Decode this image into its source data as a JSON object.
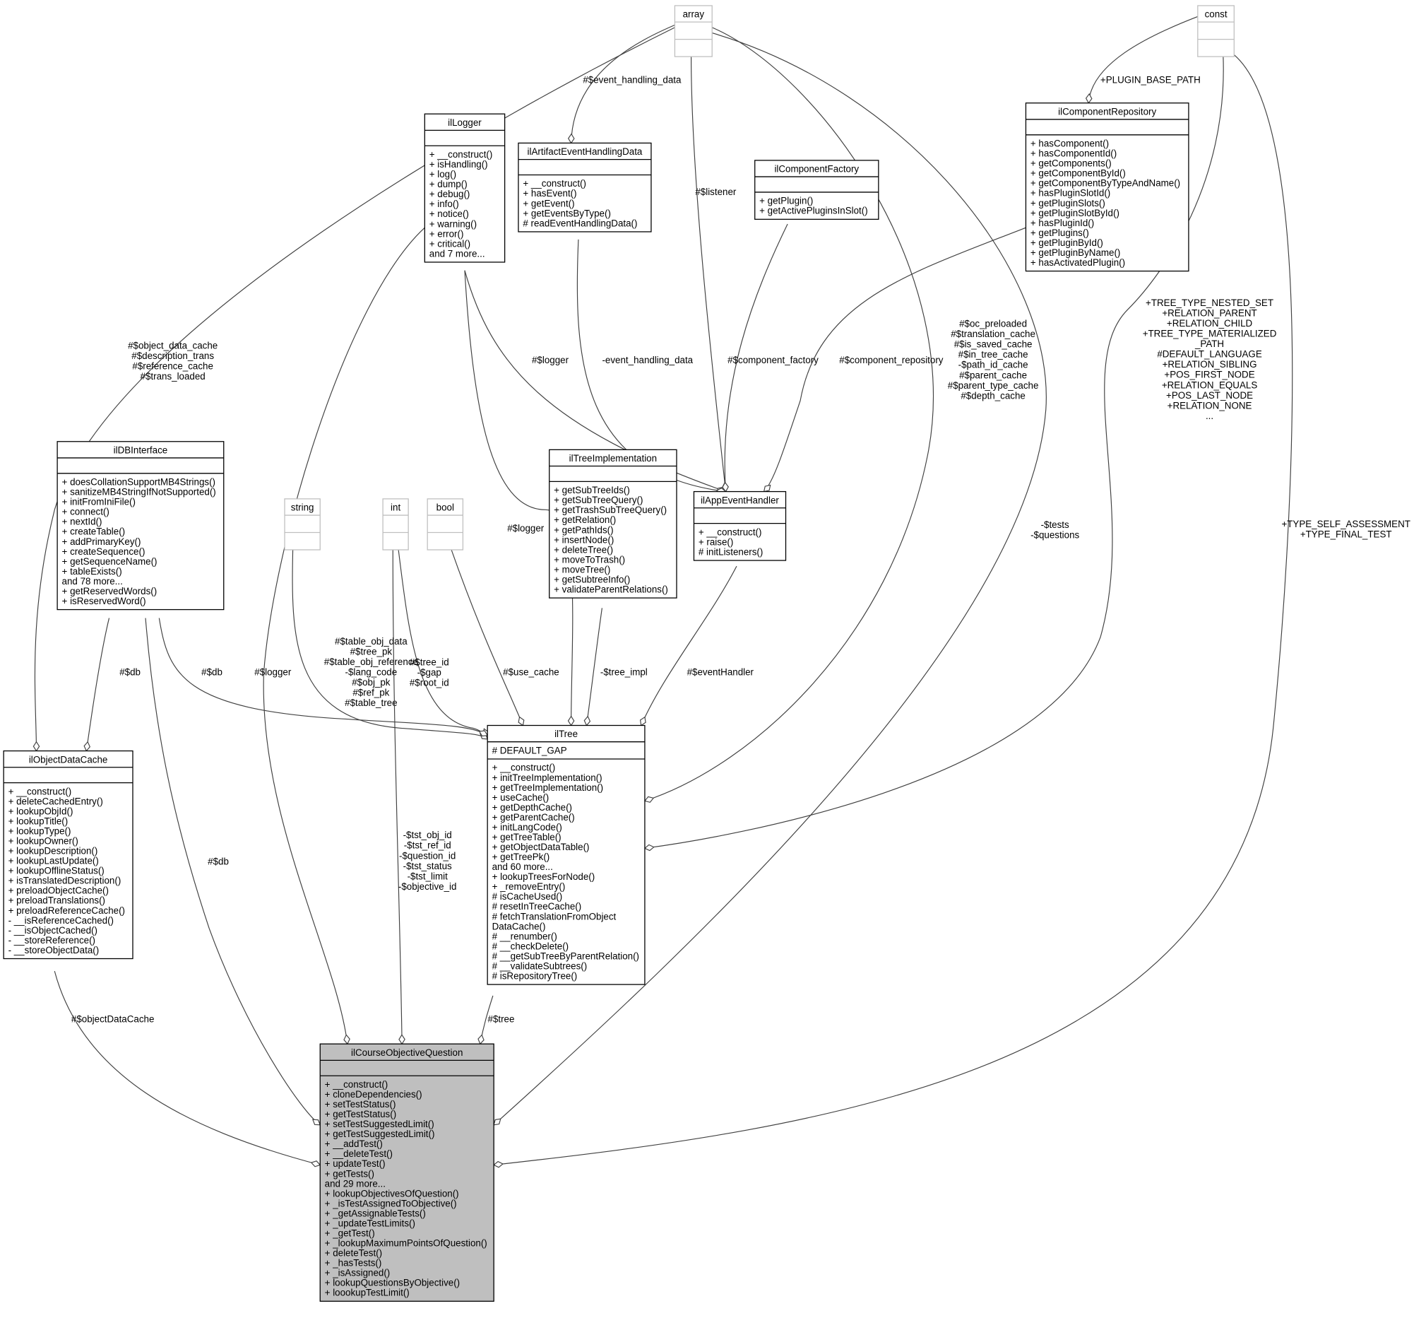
{
  "classes": {
    "array": {
      "name": "array",
      "attributes": [],
      "methods": [],
      "faded": true
    },
    "const": {
      "name": "const",
      "attributes": [],
      "methods": [],
      "faded": true
    },
    "string": {
      "name": "string",
      "attributes": [],
      "methods": [],
      "faded": true
    },
    "int": {
      "name": "int",
      "attributes": [],
      "methods": [],
      "faded": true
    },
    "bool": {
      "name": "bool",
      "attributes": [],
      "methods": [],
      "faded": true
    },
    "ilLogger": {
      "name": "ilLogger",
      "attributes": [],
      "methods": [
        "+ __construct()",
        "+ isHandling()",
        "+ log()",
        "+ dump()",
        "+ debug()",
        "+ info()",
        "+ notice()",
        "+ warning()",
        "+ error()",
        "+ critical()",
        "and 7 more..."
      ]
    },
    "ilArtifactEventHandlingData": {
      "name": "ilArtifactEventHandlingData",
      "attributes": [],
      "methods": [
        "+ __construct()",
        "+ hasEvent()",
        "+ getEvent()",
        "+ getEventsByType()",
        "# readEventHandlingData()"
      ]
    },
    "ilComponentFactory": {
      "name": "ilComponentFactory",
      "attributes": [],
      "methods": [
        "+ getPlugin()",
        "+ getActivePluginsInSlot()"
      ]
    },
    "ilComponentRepository": {
      "name": "ilComponentRepository",
      "attributes": [],
      "methods": [
        "+ hasComponent()",
        "+ hasComponentId()",
        "+ getComponents()",
        "+ getComponentById()",
        "+ getComponentByTypeAndName()",
        "+ hasPluginSlotId()",
        "+ getPluginSlots()",
        "+ getPluginSlotById()",
        "+ hasPluginId()",
        "+ getPlugins()",
        "+ getPluginById()",
        "+ getPluginByName()",
        "+ hasActivatedPlugin()"
      ]
    },
    "ilDBInterface": {
      "name": "ilDBInterface",
      "attributes": [],
      "methods": [
        "+ doesCollationSupportMB4Strings()",
        "+ sanitizeMB4StringIfNotSupported()",
        "+ initFromIniFile()",
        "+ connect()",
        "+ nextId()",
        "+ createTable()",
        "+ addPrimaryKey()",
        "+ createSequence()",
        "+ getSequenceName()",
        "+ tableExists()",
        "and 78 more...",
        "+ getReservedWords()",
        "+ isReservedWord()"
      ]
    },
    "ilTreeImplementation": {
      "name": "ilTreeImplementation",
      "attributes": [],
      "methods": [
        "+ getSubTreeIds()",
        "+ getSubTreeQuery()",
        "+ getTrashSubTreeQuery()",
        "+ getRelation()",
        "+ getPathIds()",
        "+ insertNode()",
        "+ deleteTree()",
        "+ moveToTrash()",
        "+ moveTree()",
        "+ getSubtreeInfo()",
        "+ validateParentRelations()"
      ]
    },
    "ilAppEventHandler": {
      "name": "ilAppEventHandler",
      "attributes": [],
      "methods": [
        "+ __construct()",
        "+ raise()",
        "# initListeners()"
      ]
    },
    "ilTree": {
      "name": "ilTree",
      "attributes": [
        "# DEFAULT_GAP"
      ],
      "methods": [
        "+ __construct()",
        "+ initTreeImplementation()",
        "+ getTreeImplementation()",
        "+ useCache()",
        "+ getDepthCache()",
        "+ getParentCache()",
        "+ initLangCode()",
        "+ getTreeTable()",
        "+ getObjectDataTable()",
        "+ getTreePk()",
        "and 60 more...",
        "+ lookupTreesForNode()",
        "+ _removeEntry()",
        "# isCacheUsed()",
        "# resetInTreeCache()",
        "# fetchTranslationFromObject",
        "DataCache()",
        "# __renumber()",
        "# __checkDelete()",
        "# __getSubTreeByParentRelation()",
        "# __validateSubtrees()",
        "# isRepositoryTree()"
      ]
    },
    "ilObjectDataCache": {
      "name": "ilObjectDataCache",
      "attributes": [],
      "methods": [
        "+ __construct()",
        "+ deleteCachedEntry()",
        "+ lookupObjId()",
        "+ lookupTitle()",
        "+ lookupType()",
        "+ lookupOwner()",
        "+ lookupDescription()",
        "+ lookupLastUpdate()",
        "+ lookupOfflineStatus()",
        "+ isTranslatedDescription()",
        "+ preloadObjectCache()",
        "+ preloadTranslations()",
        "+ preloadReferenceCache()",
        "- __isReferenceCached()",
        "- __isObjectCached()",
        "- __storeReference()",
        "- __storeObjectData()"
      ]
    },
    "ilCourseObjectiveQuestion": {
      "name": "ilCourseObjectiveQuestion",
      "attributes": [],
      "methods": [
        "+ __construct()",
        "+ cloneDependencies()",
        "+ setTestStatus()",
        "+ getTestStatus()",
        "+ setTestSuggestedLimit()",
        "+ getTestSuggestedLimit()",
        "+ __addTest()",
        "+ __deleteTest()",
        "+ updateTest()",
        "+ getTests()",
        "and 29 more...",
        "+ lookupObjectivesOfQuestion()",
        "+ _isTestAssignedToObjective()",
        "+ _getAssignableTests()",
        "+ _updateTestLimits()",
        "+ _getTest()",
        "+ _lookupMaximumPointsOfQuestion()",
        "+ deleteTest()",
        "+ _hasTests()",
        "+ _isAssigned()",
        "+ lookupQuestionsByObjective()",
        "+ loookupTestLimit()"
      ],
      "highlighted": true
    }
  },
  "edges": [
    {
      "from": "array",
      "to": "ilObjectDataCache",
      "label": [
        "#$object_data_cache",
        "#$description_trans",
        "#$reference_cache",
        "#$trans_loaded"
      ]
    },
    {
      "from": "array",
      "to": "ilArtifactEventHandlingData",
      "label": [
        "#$event_handling_data"
      ]
    },
    {
      "from": "array",
      "to": "ilAppEventHandler",
      "label": [
        "#$listener"
      ]
    },
    {
      "from": "array",
      "to": "ilTree",
      "label": [
        "#$oc_preloaded",
        "#$translation_cache",
        "#$is_saved_cache",
        "#$in_tree_cache",
        "-$path_id_cache",
        "#$parent_cache",
        "#$parent_type_cache",
        "#$depth_cache"
      ]
    },
    {
      "from": "array",
      "to": "ilCourseObjectiveQuestion",
      "label": [
        "-$tests",
        "-$questions"
      ]
    },
    {
      "from": "const",
      "to": "ilComponentRepository",
      "label": [
        "+PLUGIN_BASE_PATH"
      ]
    },
    {
      "from": "const",
      "to": "ilTree",
      "label": [
        "+TREE_TYPE_NESTED_SET",
        "+RELATION_PARENT",
        "+RELATION_CHILD",
        "+TREE_TYPE_MATERIALIZED",
        "_PATH",
        "#DEFAULT_LANGUAGE",
        "+RELATION_SIBLING",
        "+POS_FIRST_NODE",
        "+RELATION_EQUALS",
        "+POS_LAST_NODE",
        "+RELATION_NONE",
        "..."
      ]
    },
    {
      "from": "const",
      "to": "ilCourseObjectiveQuestion",
      "label": [
        "+TYPE_SELF_ASSESSMENT",
        "+TYPE_FINAL_TEST"
      ]
    },
    {
      "from": "ilLogger",
      "to": "ilAppEventHandler",
      "label": [
        "#$logger"
      ]
    },
    {
      "from": "ilLogger",
      "to": "ilTree",
      "label": [
        "#$logger"
      ]
    },
    {
      "from": "ilLogger",
      "to": "ilCourseObjectiveQuestion",
      "label": [
        "#$logger"
      ]
    },
    {
      "from": "ilArtifactEventHandlingData",
      "to": "ilAppEventHandler",
      "label": [
        "-event_handling_data"
      ]
    },
    {
      "from": "ilComponentFactory",
      "to": "ilAppEventHandler",
      "label": [
        "#$component_factory"
      ]
    },
    {
      "from": "ilComponentRepository",
      "to": "ilAppEventHandler",
      "label": [
        "#$component_repository"
      ]
    },
    {
      "from": "ilDBInterface",
      "to": "ilObjectDataCache",
      "label": [
        "#$db"
      ]
    },
    {
      "from": "ilDBInterface",
      "to": "ilTree",
      "label": [
        "#$db"
      ]
    },
    {
      "from": "ilDBInterface",
      "to": "ilCourseObjectiveQuestion",
      "label": [
        "#$db"
      ]
    },
    {
      "from": "string",
      "to": "ilTree",
      "label": [
        "#$table_obj_data",
        "#$tree_pk",
        "#$table_obj_reference",
        "-$lang_code",
        "#$obj_pk",
        "#$ref_pk",
        "#$table_tree"
      ]
    },
    {
      "from": "int",
      "to": "ilTree",
      "label": [
        "#$tree_id",
        "-$gap",
        "#$root_id"
      ]
    },
    {
      "from": "int",
      "to": "ilCourseObjectiveQuestion",
      "label": [
        "-$tst_obj_id",
        "-$tst_ref_id",
        "-$question_id",
        "-$tst_status",
        "-$tst_limit",
        "-$objective_id"
      ]
    },
    {
      "from": "bool",
      "to": "ilTree",
      "label": [
        "#$use_cache"
      ]
    },
    {
      "from": "ilTreeImplementation",
      "to": "ilTree",
      "label": [
        "-$tree_impl"
      ]
    },
    {
      "from": "ilAppEventHandler",
      "to": "ilTree",
      "label": [
        "#$eventHandler"
      ]
    },
    {
      "from": "ilTree",
      "to": "ilCourseObjectiveQuestion",
      "label": [
        "#$tree"
      ]
    },
    {
      "from": "ilObjectDataCache",
      "to": "ilCourseObjectiveQuestion",
      "label": [
        "#$objectDataCache"
      ]
    }
  ],
  "colors": {
    "highlight_fill": "#bfbfbf",
    "faded_stroke": "#bfbfbf",
    "edge": "#404040"
  }
}
